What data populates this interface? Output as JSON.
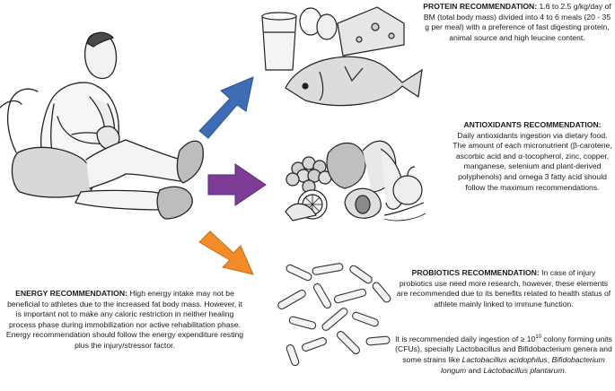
{
  "protein": {
    "heading": "PROTEIN RECOMMENDATION:",
    "text": " 1.6 to 2.5 g/kg/day of BM (total body mass) divided into 4 to 6 meals (20 - 35 g per meal) with a preference of fast digesting protein, animal source and high leucine content."
  },
  "antioxidants": {
    "heading": "ANTIOXIDANTS RECOMMENDATION:",
    "text": "Daily antioxidants ingestion via dietary food. The amount of each micronutrient (β-carotene, ascorbic acid and α-tocopherol, zinc, copper, manganese, selenium and plant-derived polyphenols) and omega 3 fatty acid should follow the maximum recommendations."
  },
  "probiotics": {
    "heading": "PROBIOTICS RECOMMENDATION:",
    "text": " In case of injury probiotics use need more research, however, these elements are recommended due to its benefits related to health status of athlete mainly linked to immune function.",
    "dose_prefix": "It is recommended daily ingestion of ≥ 10",
    "dose_exponent": "10",
    "dose_suffix": " colony forming units (CFUs), specially Lactobacillus and Bifidobacterium genera and some strains like ",
    "strain_1": "Lactobacillus acidophilus",
    "sep_1": ", ",
    "strain_2": "Bifidobacterium longum",
    "sep_2": " and ",
    "strain_3": "Lactobacillus plantarum",
    "end": "."
  },
  "energy": {
    "heading": "ENERGY RECOMMENDATION:",
    "text": "  High energy intake may not be beneficial to athletes due to the increased fat body mass. However, it is important not to make any caloric restriction in neither healing process phase during immobilization nor active rehabilitation phase. Energy recommendation should follow the energy expenditure resting plus the injury/stressor factor."
  },
  "colors": {
    "arrow_protein": "#3d6db5",
    "arrow_antioxidants": "#7d3c98",
    "arrow_energy": "#f28c2a",
    "text": "#1a1a1a"
  },
  "icons": [
    "injured-athlete-illustration",
    "protein-foods-illustration",
    "fruits-vegetables-illustration",
    "probiotic-bacteria-illustration"
  ]
}
